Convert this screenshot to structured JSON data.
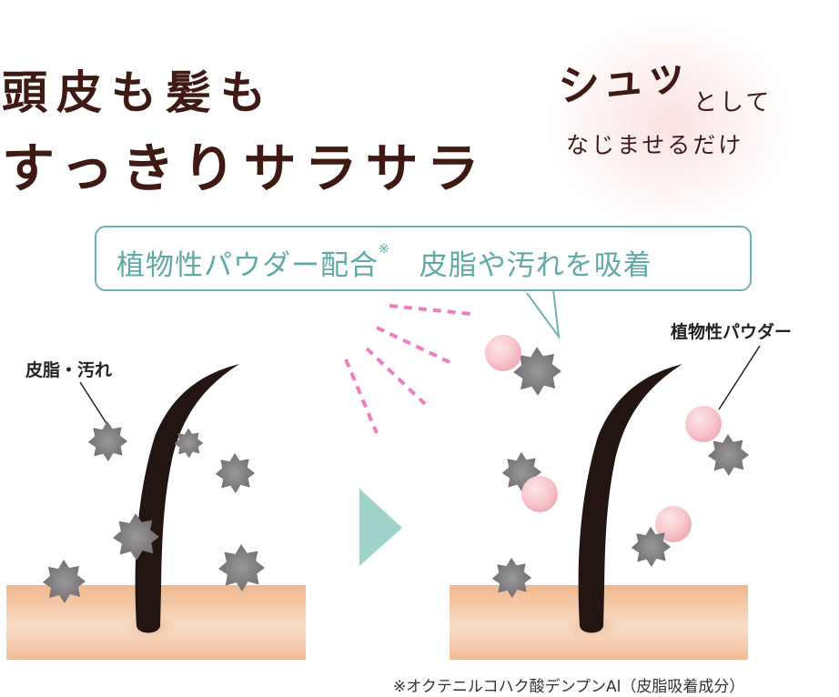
{
  "headline": {
    "line1": "頭皮も髪も",
    "line2": "すっきりサラサラ"
  },
  "callout": {
    "shu": "シュッ",
    "toshite": "として",
    "najimaseru": "なじませるだけ"
  },
  "speech_bubble": {
    "text_main": "植物性パウダー配合",
    "footnote_mark": "※",
    "text_tail": "　皮脂や汚れを吸着"
  },
  "before_panel": {
    "label": "皮脂・汚れ"
  },
  "after_panel": {
    "label": "植物性パウダー"
  },
  "footnote": {
    "text": "※オクテニルコハク酸デンプンAl（皮脂吸着成分）"
  },
  "colors": {
    "headline": "#3f1a14",
    "bubble_border": "#6fb3b0",
    "bubble_text": "#5fa9a6",
    "arrow": "#9fd3c9",
    "spray_dash": "#ee7fbf",
    "skin_top": "#f0bb91",
    "skin_mid": "#f7d9c2",
    "hair": "#231512",
    "dirt": "#7d7b7d",
    "powder": "#f6c3c8"
  }
}
